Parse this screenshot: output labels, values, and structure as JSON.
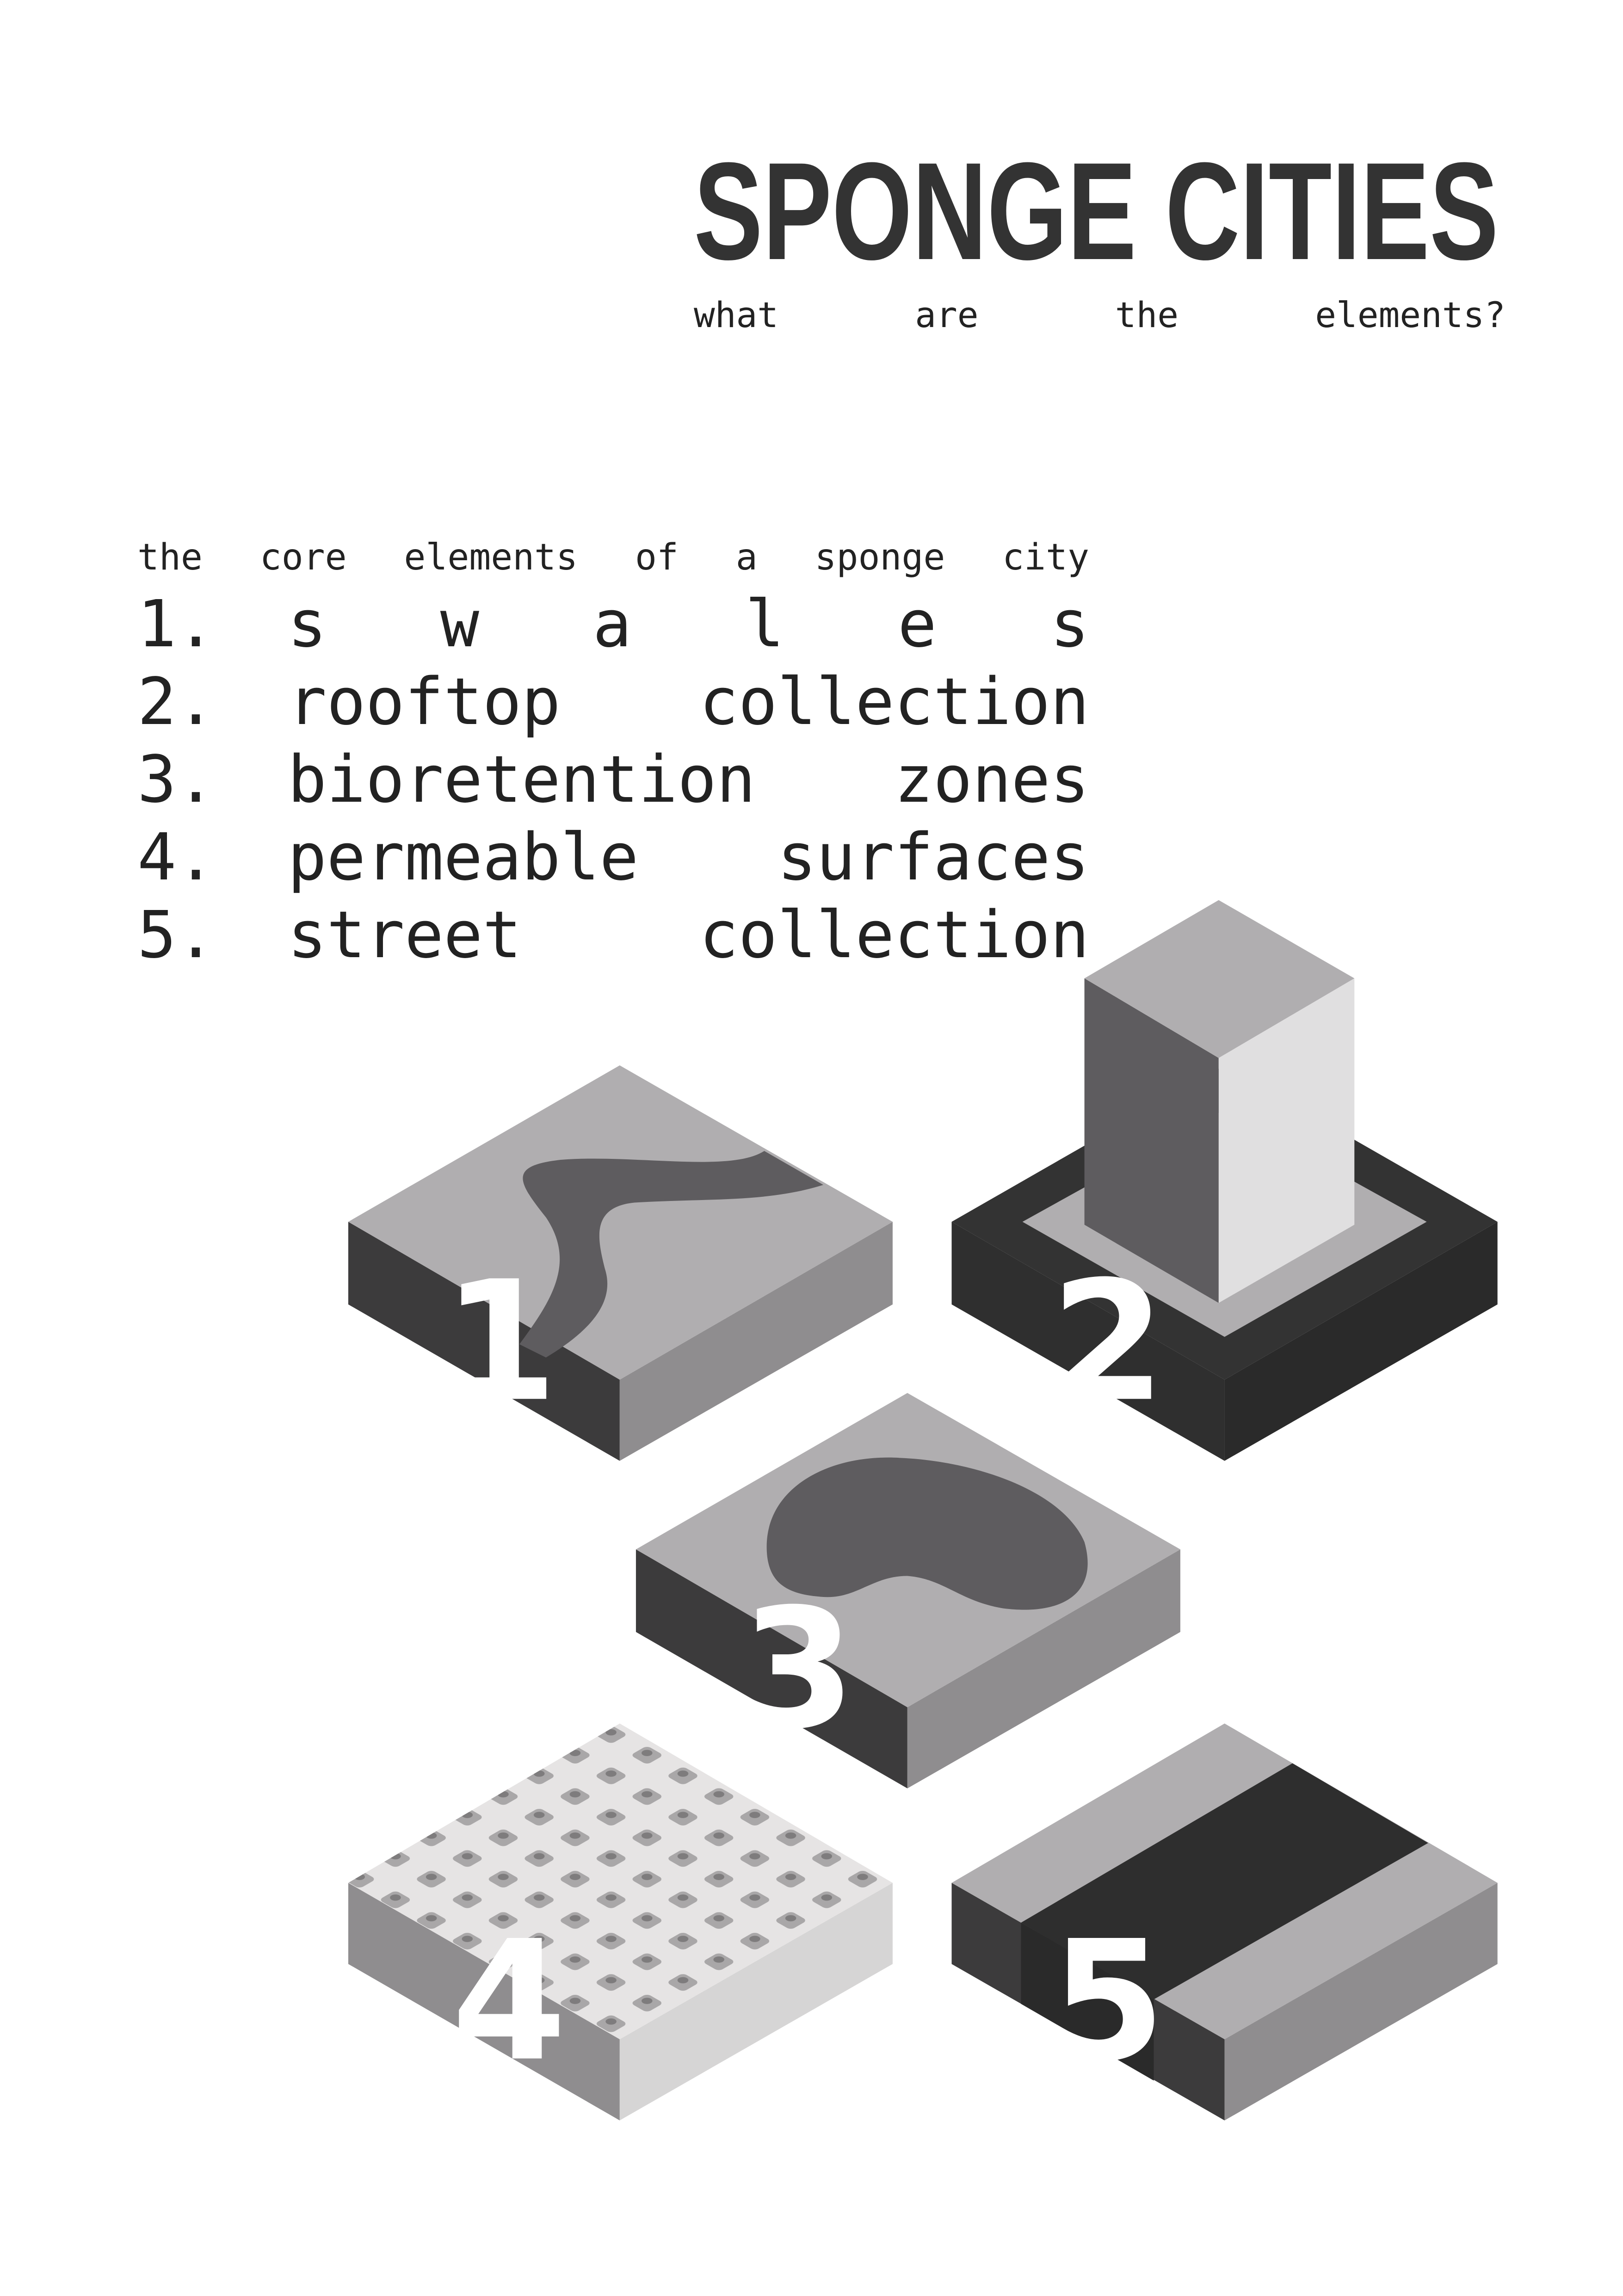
{
  "header": {
    "title": "SPONGE CITIES",
    "subtitle_words": [
      "what",
      "are",
      "the",
      "elements?"
    ]
  },
  "intro_words": [
    "the",
    "core",
    "elements",
    "of",
    "a",
    "sponge",
    "city"
  ],
  "elements": [
    {
      "number": "1.",
      "words": [
        "s",
        "w",
        "a",
        "l",
        "e",
        "s"
      ]
    },
    {
      "number": "2.",
      "words": [
        "rooftop",
        "collection"
      ]
    },
    {
      "number": "3.",
      "words": [
        "bioretention",
        "zones"
      ]
    },
    {
      "number": "4.",
      "words": [
        "permeable",
        "surfaces"
      ]
    },
    {
      "number": "5.",
      "words": [
        "street",
        "collection"
      ]
    }
  ],
  "tile_labels": [
    "1",
    "2",
    "3",
    "4",
    "5"
  ],
  "colors": {
    "text": "#222222",
    "top": "#b0aeb0",
    "dark_side": "#3c3b3c",
    "mid_side": "#8f8d8f",
    "water": "#5e5c5f",
    "black": "#2e2e2e",
    "light": "#e3e1e1"
  }
}
